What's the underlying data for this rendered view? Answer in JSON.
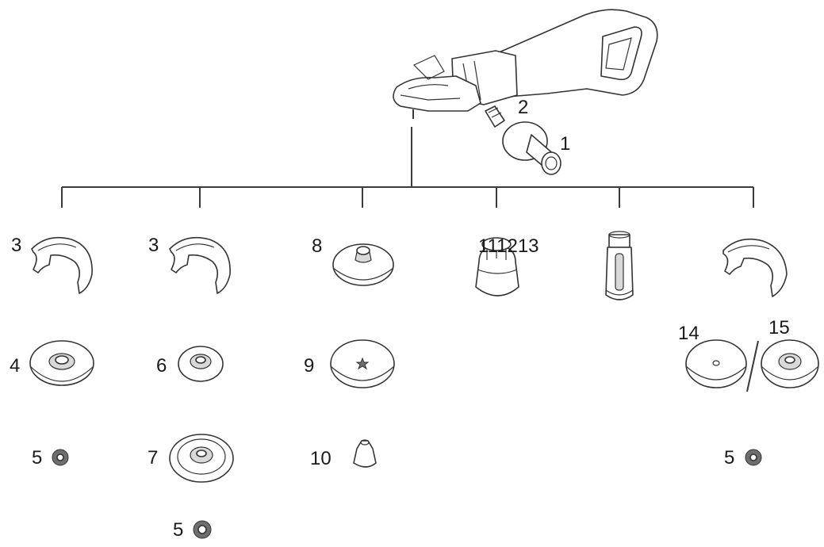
{
  "callouts": {
    "c1": "1",
    "c2": "2",
    "c3a": "3",
    "c3b": "3",
    "c4": "4",
    "c5a": "5",
    "c5b": "5",
    "c5c": "5",
    "c6": "6",
    "c7": "7",
    "c8": "8",
    "c9": "9",
    "c10": "10",
    "c111213": "111213",
    "c14": "14",
    "c15": "15"
  },
  "colors": {
    "line": "#3a3a3a",
    "part_outline": "#333333",
    "background": "#ffffff"
  }
}
